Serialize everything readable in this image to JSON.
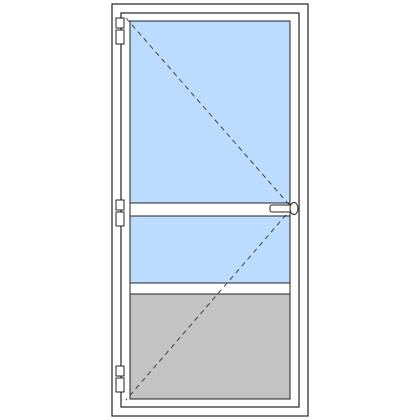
{
  "diagram": {
    "type": "door-elevation",
    "opening": "turn",
    "hinge_side": "left",
    "hinge_count": 3,
    "handle_side": "right",
    "panels": [
      {
        "role": "upper-glazing",
        "fill": "glass",
        "color": "#bcdcff"
      },
      {
        "role": "transom-bar",
        "fill": "frame",
        "color": "#ffffff"
      },
      {
        "role": "middle-glazing",
        "fill": "glass",
        "color": "#bcdcff"
      },
      {
        "role": "divider-bar",
        "fill": "frame",
        "color": "#ffffff"
      },
      {
        "role": "bottom-panel",
        "fill": "opaque",
        "color": "#c3c3c3"
      }
    ],
    "colors": {
      "frame": "#ffffff",
      "outline": "#222222",
      "glass": "#bcdcff",
      "panel": "#c3c3c3",
      "opening_line": "#333333"
    }
  }
}
